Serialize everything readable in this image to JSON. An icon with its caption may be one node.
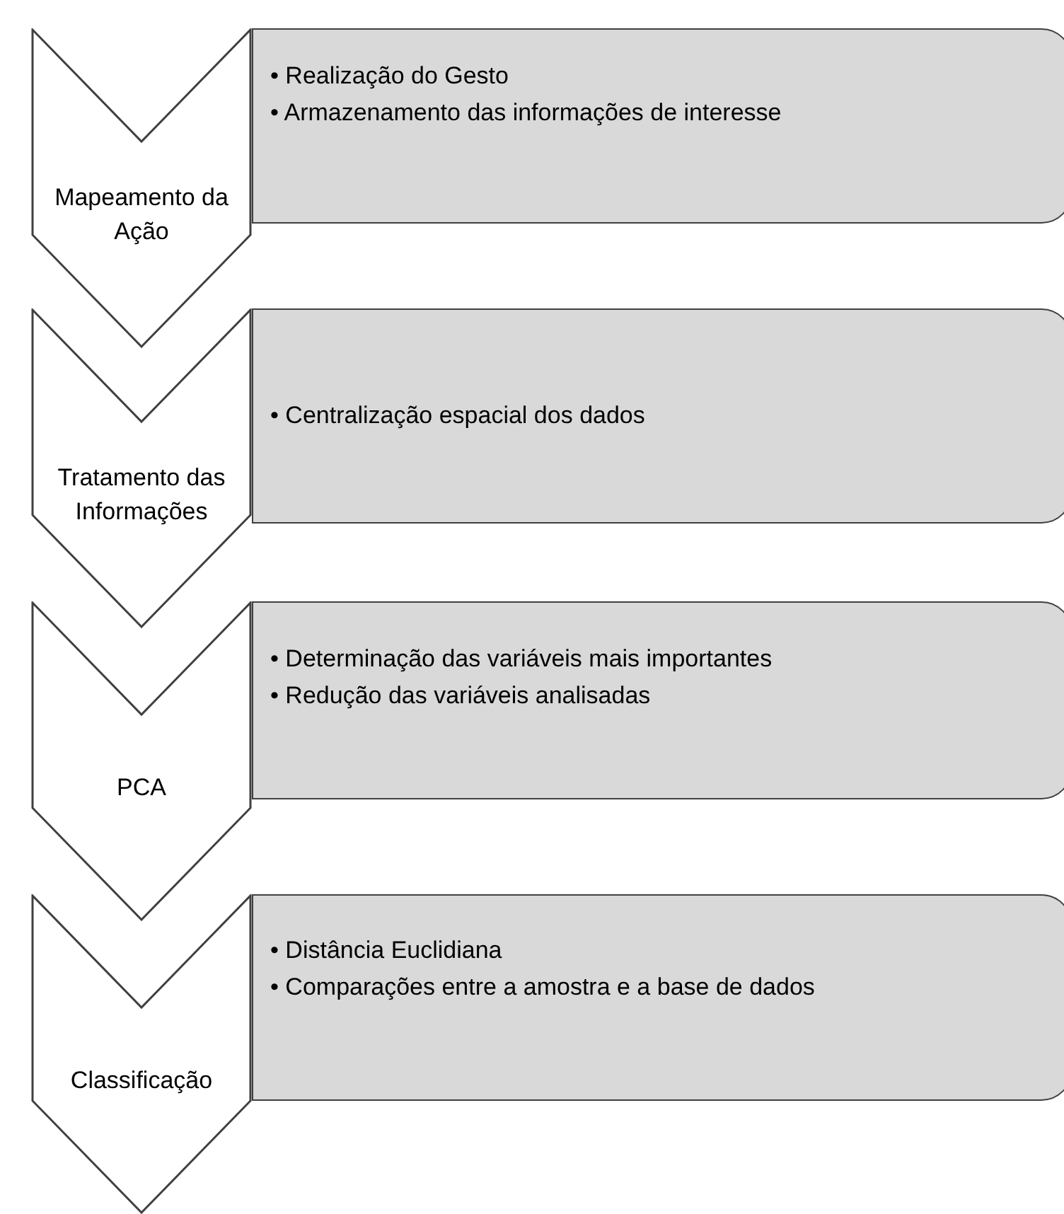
{
  "diagram": {
    "nodes": [
      {
        "text": [
          "Mapeamento da Ação"
        ]
      },
      {
        "text": [
          "• Realização do Gesto",
          "• Armazenamento das informações de interesse"
        ]
      },
      {
        "text": [
          "Tratamento das Informações"
        ]
      },
      {
        "text": [
          "• Centralização espacial dos dados"
        ]
      },
      {
        "text": [
          "PCA"
        ]
      },
      {
        "text": [
          "• Determinação das variáveis mais importantes",
          "• Redução das variáveis analisadas"
        ]
      },
      {
        "text": [
          "Classificação"
        ]
      },
      {
        "text": [
          "• Distância Euclidiana",
          "• Comparações entre a amostra e a base de dados"
        ]
      }
    ]
  }
}
